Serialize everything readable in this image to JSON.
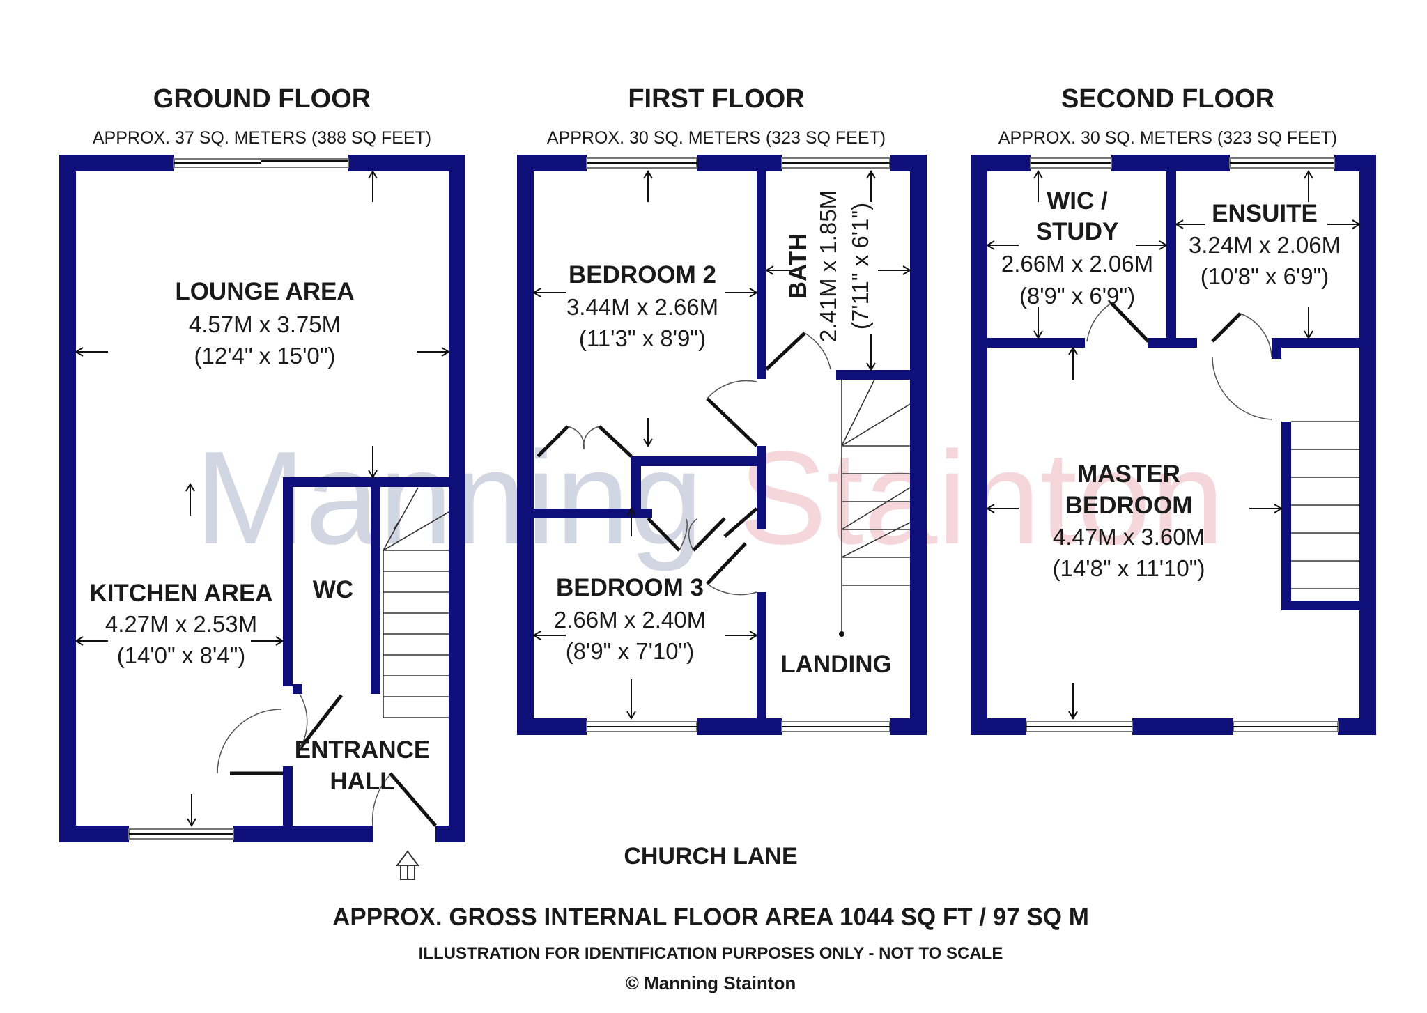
{
  "floors": {
    "ground": {
      "title": "GROUND FLOOR",
      "area": "APPROX. 37 SQ. METERS (388 SQ FEET)",
      "rooms": {
        "lounge": {
          "name": "LOUNGE AREA",
          "metric": "4.57M x 3.75M",
          "imperial": "(12'4\" x 15'0\")"
        },
        "kitchen": {
          "name": "KITCHEN AREA",
          "metric": "4.27M x 2.53M",
          "imperial": "(14'0\" x 8'4\")"
        },
        "wc": {
          "name": "WC"
        },
        "entrance": {
          "name_line1": "ENTRANCE",
          "name_line2": "HALL"
        }
      }
    },
    "first": {
      "title": "FIRST FLOOR",
      "area": "APPROX. 30 SQ. METERS (323 SQ FEET)",
      "rooms": {
        "bedroom2": {
          "name": "BEDROOM 2",
          "metric": "3.44M x 2.66M",
          "imperial": "(11'3\" x 8'9\")"
        },
        "bath": {
          "name": "BATH",
          "metric": "2.41M x 1.85M",
          "imperial": "(7'11\" x 6'1\")"
        },
        "bedroom3": {
          "name": "BEDROOM 3",
          "metric": "2.66M x 2.40M",
          "imperial": "(8'9\" x 7'10\")"
        },
        "landing": {
          "name": "LANDING"
        }
      }
    },
    "second": {
      "title": "SECOND FLOOR",
      "area": "APPROX. 30 SQ. METERS (323 SQ FEET)",
      "rooms": {
        "wic": {
          "name_line1": "WIC /",
          "name_line2": "STUDY",
          "metric": "2.66M x 2.06M",
          "imperial": "(8'9\" x 6'9\")"
        },
        "ensuite": {
          "name": "ENSUITE",
          "metric": "3.24M x 2.06M",
          "imperial": "(10'8\" x 6'9\")"
        },
        "master": {
          "name_line1": "MASTER",
          "name_line2": "BEDROOM",
          "metric": "4.47M x 3.60M",
          "imperial": "(14'8\" x 11'10\")"
        }
      }
    }
  },
  "street": "CHURCH LANE",
  "footer": {
    "gross_area": "APPROX. GROSS INTERNAL FLOOR AREA 1044 SQ FT / 97 SQ M",
    "disclaimer": "ILLUSTRATION FOR IDENTIFICATION PURPOSES ONLY - NOT TO SCALE",
    "copyright": "© Manning Stainton"
  },
  "watermark": {
    "word1": "Manning",
    "word2": "Stainton",
    "color1": "#c9d0de",
    "color2": "#f3cfd5"
  },
  "colors": {
    "wall": "#0f0f7a",
    "text": "#1a1a1a"
  }
}
